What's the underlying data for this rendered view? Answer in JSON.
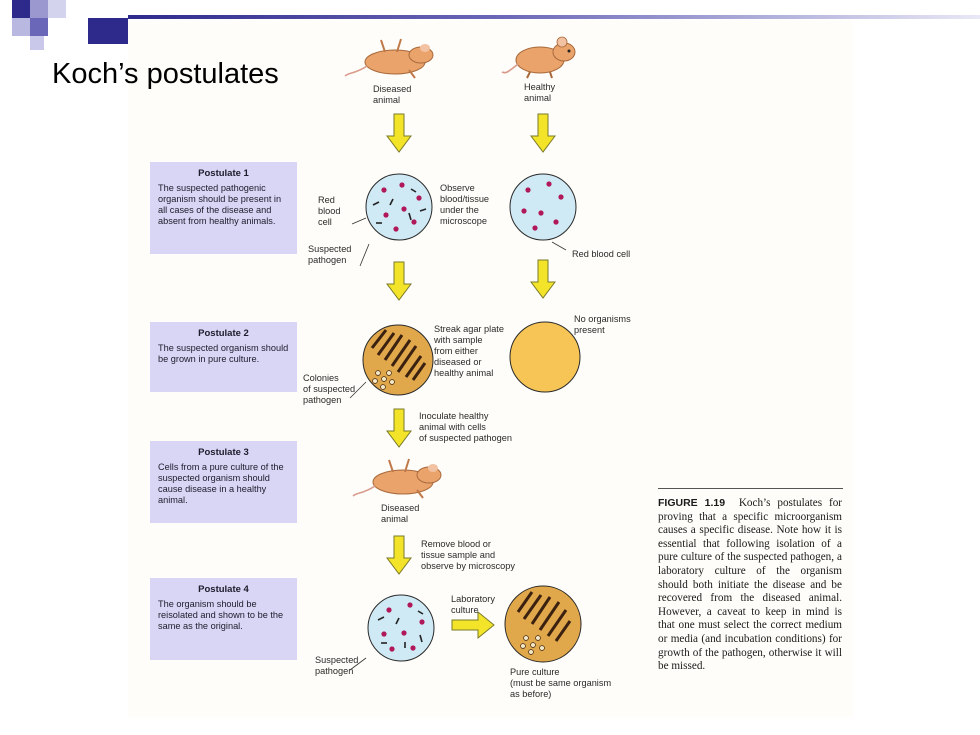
{
  "slide": {
    "title": "Koch’s postulates"
  },
  "figure": {
    "top_labels": {
      "diseased_animal": "Diseased\nanimal",
      "healthy_animal": "Healthy\nanimal"
    },
    "postulates": [
      {
        "heading": "Postulate 1",
        "text": "The suspected pathogenic organism should be present in all cases of the disease and absent from healthy animals."
      },
      {
        "heading": "Postulate 2",
        "text": "The suspected organism should be grown in pure culture."
      },
      {
        "heading": "Postulate 3",
        "text": "Cells from a pure culture of the suspected organism should cause disease in a healthy animal."
      },
      {
        "heading": "Postulate 4",
        "text": "The organism should be reisolated and shown to be the same as the original."
      }
    ],
    "labels": {
      "red_blood_cell_left": "Red\nblood\ncell",
      "observe": "Observe\nblood/tissue\nunder the\nmicroscope",
      "suspected_pathogen_1": "Suspected\npathogen",
      "red_blood_cell_right": "Red blood cell",
      "no_organisms": "No organisms\npresent",
      "streak_agar": "Streak agar plate\nwith sample\nfrom either\ndiseased or\nhealthy animal",
      "colonies": "Colonies\nof suspected\npathogen",
      "inoculate": "Inoculate healthy\nanimal with cells\nof suspected pathogen",
      "diseased_animal_2": "Diseased\nanimal",
      "remove_blood": "Remove blood or\ntissue sample and\nobserve by microscopy",
      "laboratory_culture": "Laboratory\nculture",
      "suspected_pathogen_2": "Suspected\npathogen",
      "pure_culture": "Pure culture\n(must be same organism\nas before)"
    },
    "caption": {
      "label": "FIGURE 1.19",
      "text": "Koch’s postulates for proving that a specific microorganism causes a specific disease. Note how it is essential that following isolation of a pure culture of the suspected pathogen, a laboratory culture of the organism should both initiate the disease and be recovered from the diseased animal. However, a caveat to keep in mind is that one must select the correct medium or media (and incubation conditions) for growth of the pathogen, otherwise it will be missed."
    }
  },
  "colors": {
    "accent_blue": "#2e2a8c",
    "postulate_box": "#d8d6f4",
    "arrow_yellow": "#f3e42a",
    "microscope_field": "#cfe9f5",
    "agar_plate": "#f6c556",
    "mouse": "#e9a36b"
  }
}
